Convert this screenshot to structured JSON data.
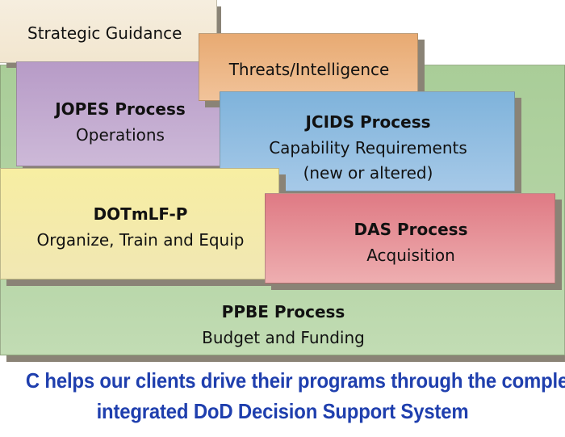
{
  "diagram": {
    "ppbe": {
      "title": "PPBE Process",
      "subtitle": "Budget and Funding"
    },
    "strategic_guidance": {
      "label": "Strategic Guidance"
    },
    "threats": {
      "label": "Threats/Intelligence"
    },
    "jopes": {
      "title": "JOPES Process",
      "subtitle": "Operations"
    },
    "jcids": {
      "title": "JCIDS Process",
      "subtitle_line1": "Capability Requirements",
      "subtitle_line2": "(new or altered)"
    },
    "dotmlf": {
      "title": "DOTmLF-P",
      "subtitle": "Organize, Train and Equip"
    },
    "das": {
      "title": "DAS Process",
      "subtitle": "Acquisition"
    }
  },
  "caption": {
    "line1": "C helps our clients drive their programs through the comple",
    "line2": "integrated DoD Decision Support System"
  },
  "colors": {
    "caption_text": "#1f3fae",
    "ppbe_green": "#a9cd98",
    "strategic_cream": "#f6eedf",
    "threats_orange": "#e8aa72",
    "jopes_purple": "#b79bc7",
    "jcids_blue": "#7fb3db",
    "dotmlf_yellow": "#f7eea2",
    "das_red": "#df7a84",
    "shadow": "#8a8376"
  }
}
